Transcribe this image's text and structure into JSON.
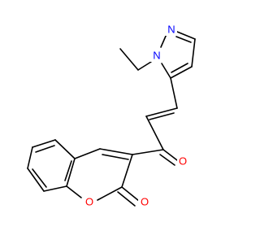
{
  "molecule": {
    "atom_colors": {
      "N": "#0000ff",
      "O": "#ff0000"
    },
    "atoms": [
      {
        "id": "n1",
        "element": "N",
        "label": "N"
      },
      {
        "id": "n2",
        "element": "N",
        "label": "N"
      },
      {
        "id": "o_ketone",
        "element": "O",
        "label": "O"
      },
      {
        "id": "o_ring",
        "element": "O",
        "label": "O"
      },
      {
        "id": "o_lactone",
        "element": "O",
        "label": "O"
      }
    ]
  }
}
